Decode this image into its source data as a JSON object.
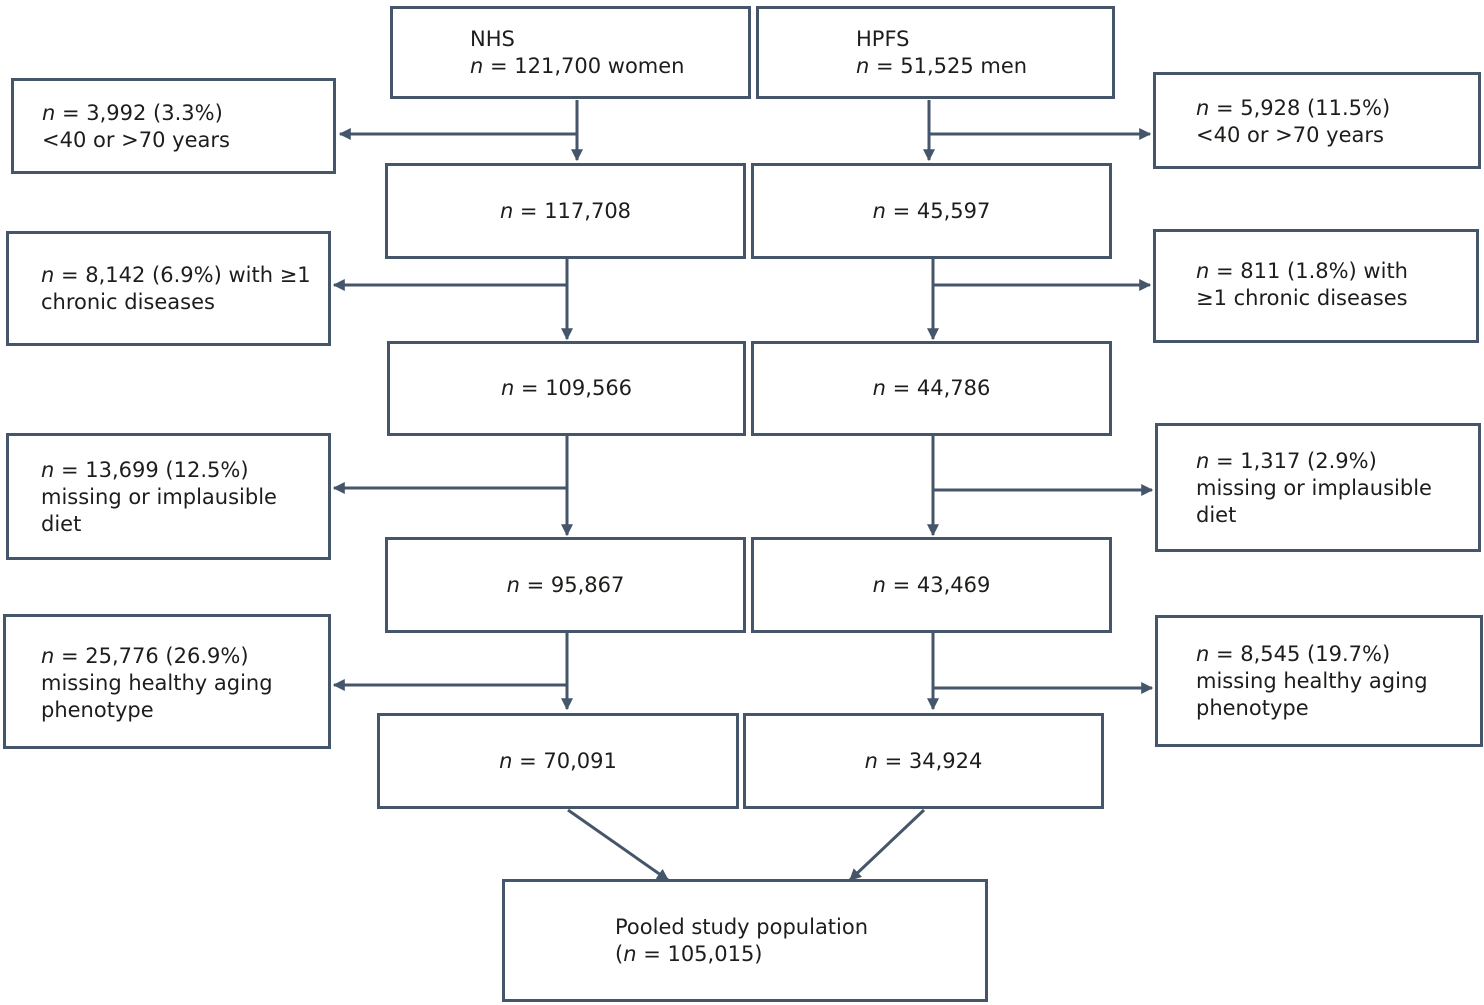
{
  "nhs": {
    "title": "NHS",
    "n_label": "n",
    "count": " = 121,700 women",
    "steps": [
      {
        "n_label": "n",
        "value": " = 117,708"
      },
      {
        "n_label": "n",
        "value": " = 109,566"
      },
      {
        "n_label": "n",
        "value": " = 95,867"
      },
      {
        "n_label": "n",
        "value": " = 70,091"
      }
    ],
    "exclusions": [
      {
        "n_label": "n",
        "line1": " = 3,992 (3.3%)",
        "line2": "<40 or >70 years",
        "line3": ""
      },
      {
        "n_label": "n",
        "line1": " = 8,142 (6.9%) with ≥1",
        "line2": "chronic diseases",
        "line3": ""
      },
      {
        "n_label": "n",
        "line1": " = 13,699 (12.5%)",
        "line2": "missing or implausible",
        "line3": "diet"
      },
      {
        "n_label": "n",
        "line1": " = 25,776 (26.9%)",
        "line2": "missing healthy aging",
        "line3": "phenotype"
      }
    ]
  },
  "hpfs": {
    "title": "HPFS",
    "n_label": "n",
    "count": " = 51,525 men",
    "steps": [
      {
        "n_label": "n",
        "value": " = 45,597"
      },
      {
        "n_label": "n",
        "value": " = 44,786"
      },
      {
        "n_label": "n",
        "value": " = 43,469"
      },
      {
        "n_label": "n",
        "value": " = 34,924"
      }
    ],
    "exclusions": [
      {
        "n_label": "n",
        "line1": " = 5,928 (11.5%)",
        "line2": "<40 or >70 years",
        "line3": ""
      },
      {
        "n_label": "n",
        "line1": " = 811 (1.8%) with",
        "line2": "≥1 chronic diseases",
        "line3": ""
      },
      {
        "n_label": "n",
        "line1": " = 1,317 (2.9%)",
        "line2": "missing or implausible",
        "line3": "diet"
      },
      {
        "n_label": "n",
        "line1": " = 8,545 (19.7%)",
        "line2": "missing healthy aging",
        "line3": "phenotype"
      }
    ]
  },
  "pooled": {
    "line1": "Pooled study population",
    "open_paren": "(",
    "n_label": "n",
    "value": " = 105,015)"
  },
  "colors": {
    "border": "#45566a",
    "arrow": "#45566a",
    "text": "#1d1d1b"
  }
}
